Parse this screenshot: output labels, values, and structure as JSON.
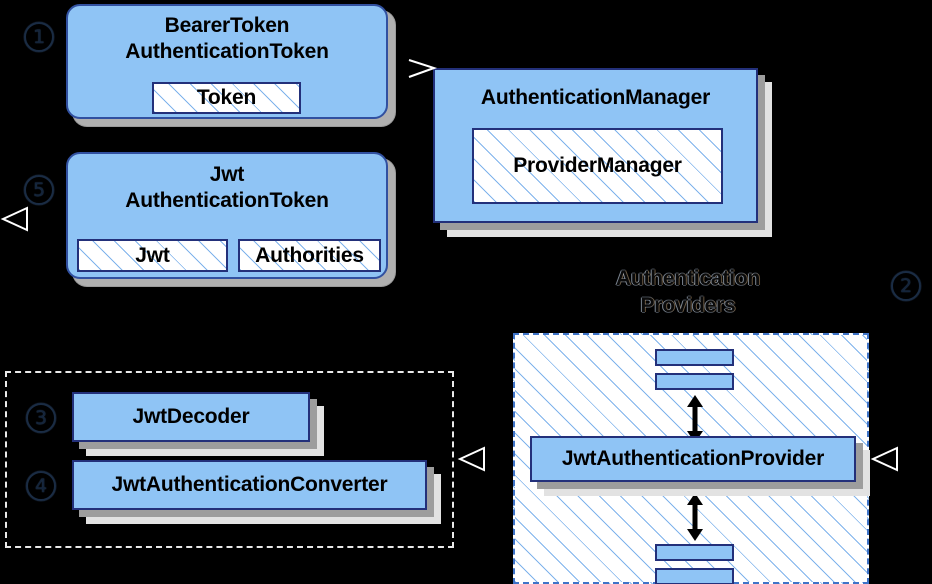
{
  "diagram": {
    "title": "Spring Security JWT Bearer Token Authentication Flow",
    "colors": {
      "card_fill": "#8fc4f5",
      "card_border": "#23307a",
      "rounded_border": "#3150a0",
      "hatch_line": "#78afeb",
      "shadow_dark": "#9d9d9d",
      "shadow_light": "#e2e2e2",
      "background": "#000000",
      "dashed_group": "#e9e9e9",
      "dashed_providers": "#3f74c8"
    }
  },
  "steps": [
    {
      "id": "1",
      "label": "1"
    },
    {
      "id": "2",
      "label": "2"
    },
    {
      "id": "3",
      "label": "3"
    },
    {
      "id": "4",
      "label": "4"
    },
    {
      "id": "5",
      "label": "5"
    }
  ],
  "cards": {
    "bearer_token": {
      "title_line1": "BearerToken",
      "title_line2": "AuthenticationToken",
      "inner": [
        {
          "label": "Token"
        }
      ]
    },
    "jwt_token": {
      "title_line1": "Jwt",
      "title_line2": "AuthenticationToken",
      "inner": [
        {
          "label": "Jwt"
        },
        {
          "label": "Authorities"
        }
      ]
    },
    "authentication_manager": {
      "title": "AuthenticationManager",
      "inner": [
        {
          "label": "ProviderManager"
        }
      ]
    },
    "jwt_decoder": {
      "title": "JwtDecoder"
    },
    "jwt_authentication_converter": {
      "title": "JwtAuthenticationConverter"
    },
    "jwt_authentication_provider": {
      "title": "JwtAuthenticationProvider"
    }
  },
  "groups": {
    "authentication_providers": {
      "caption_line1": "Authentication",
      "caption_line2": "Providers"
    }
  },
  "icons": {
    "arrowhead_hollow_left": "hollow-left-triangle",
    "arrowhead_open_right": "open-right-arrow",
    "arrow_double_vertical": "double-headed-vertical-arrow"
  }
}
